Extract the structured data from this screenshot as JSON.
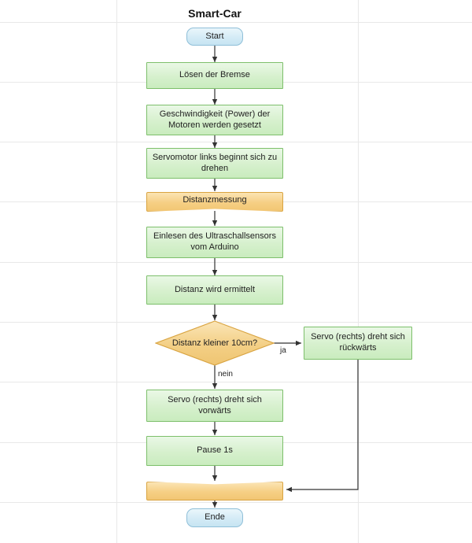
{
  "diagram": {
    "title": "Smart-Car",
    "palette": {
      "process_fill": "#d3efc9",
      "process_border": "#7dbf6b",
      "terminator_fill": "#d4ebf6",
      "terminator_border": "#8fbfd8",
      "banner_fill": "#f5cd80",
      "banner_border": "#d9a441",
      "decision_fill": "#f3cf85",
      "decision_border": "#d9a441",
      "connector": "#333333",
      "grid": "#e8e8e8",
      "background": "#ffffff"
    },
    "nodes": [
      {
        "id": "start",
        "type": "terminator",
        "label": "Start"
      },
      {
        "id": "bremse",
        "type": "process",
        "label": "Lösen der Bremse"
      },
      {
        "id": "power",
        "type": "process",
        "label": "Geschwindigkeit (Power) der Motoren werden gesetzt"
      },
      {
        "id": "servolinks",
        "type": "process",
        "label": "Servomotor links beginnt sich zu drehen"
      },
      {
        "id": "distanzmessung",
        "type": "banner-top",
        "label": "Distanzmessung"
      },
      {
        "id": "einlesen",
        "type": "process",
        "label": "Einlesen des Ultraschallsensors vom Arduino"
      },
      {
        "id": "ermittelt",
        "type": "process",
        "label": "Distanz wird ermittelt"
      },
      {
        "id": "entscheidung",
        "type": "decision",
        "label": "Distanz kleiner 10cm?"
      },
      {
        "id": "rueckwaerts",
        "type": "process",
        "label": "Servo (rechts) dreht sich rückwärts"
      },
      {
        "id": "vorwaerts",
        "type": "process",
        "label": "Servo (rechts) dreht sich vorwärts"
      },
      {
        "id": "pause",
        "type": "process",
        "label": "Pause 1s"
      },
      {
        "id": "merge",
        "type": "banner-bottom",
        "label": ""
      },
      {
        "id": "ende",
        "type": "terminator",
        "label": "Ende"
      }
    ],
    "edge_labels": {
      "ja": "ja",
      "nein": "nein"
    }
  }
}
